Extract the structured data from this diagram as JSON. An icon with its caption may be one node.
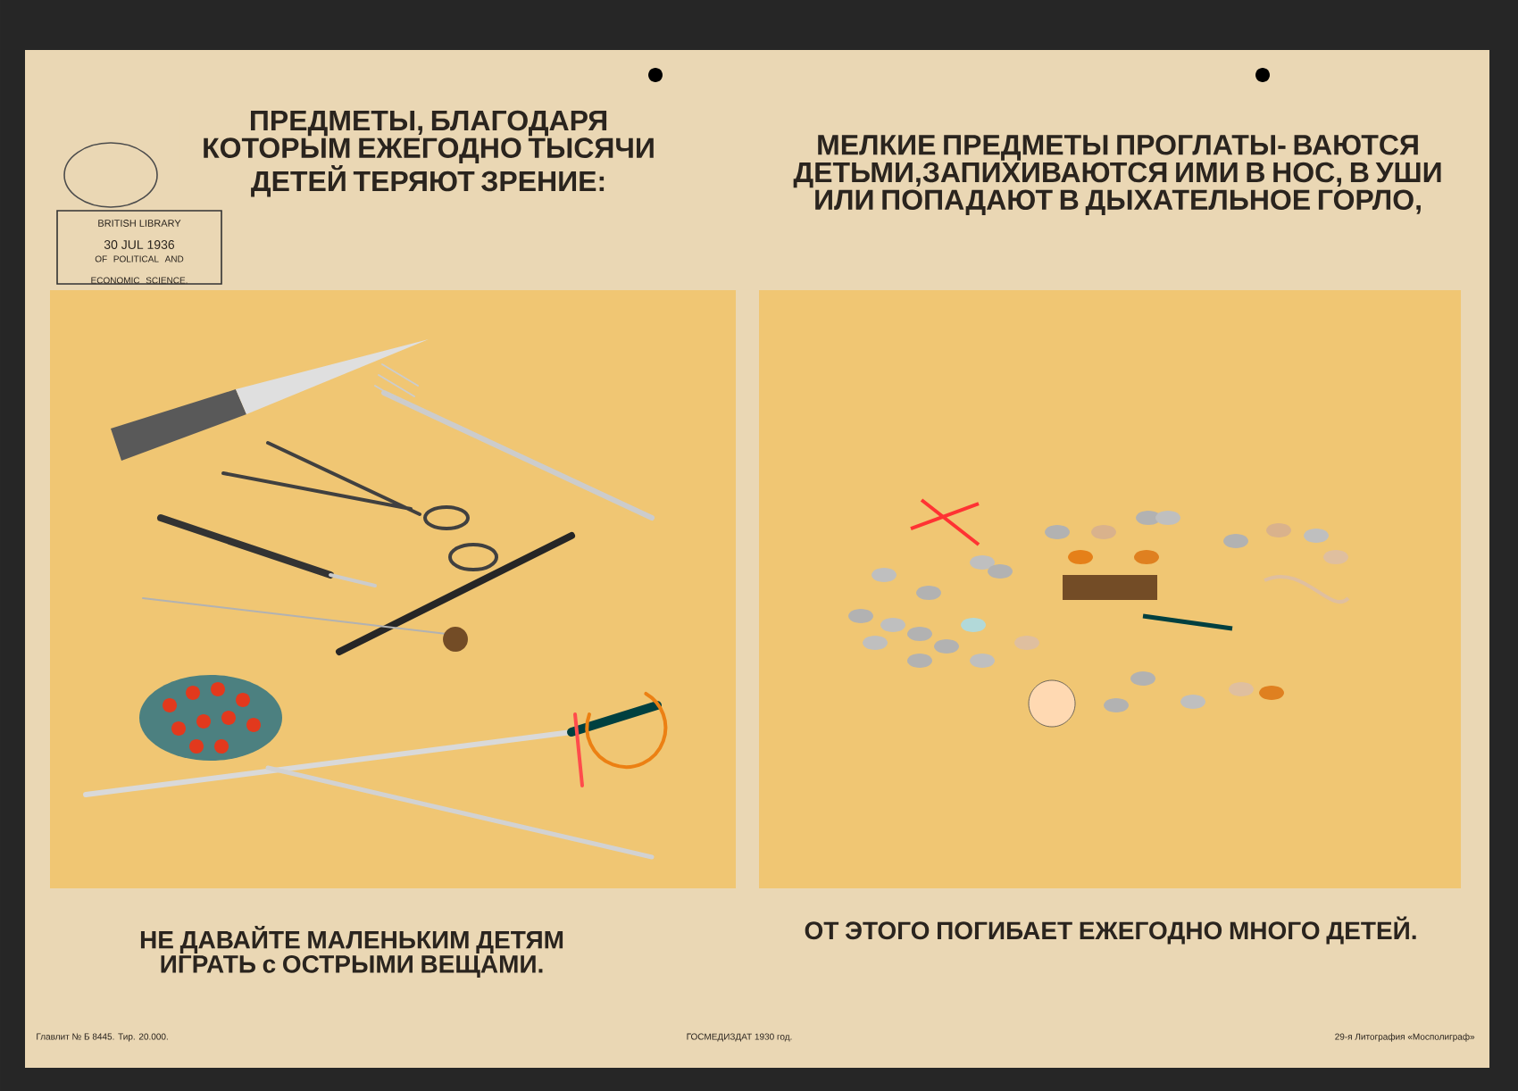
{
  "diagram": {
    "nodes": [
      {
        "text": [],
        "shape": "picture"
      },
      {
        "text": [],
        "shape": "picture"
      }
    ],
    "labels": [
      "ПРЕДМЕТЫ, БЛАГОДАРЯ КОТОРЫМ ЕЖЕГОДНО ТЫСЯЧИ ДЕТЕЙ ТЕРЯЮТ ЗРЕНИЕ:",
      "МЕЛКИЕ ПРЕДМЕТЫ ПРОГЛАТЫ- ВАЮТСЯ ДЕТЬМИ,ЗАПИХИВАЮТСЯ ИМИ В НОС, В УШИ ИЛИ ПОПАДАЮТ В ДЫХАТЕЛЬНОЕ ГОРЛО,",
      "BRITISH LIBRARY",
      "30 JUL 1936",
      "OF POLITICAL AND ECONOMIC SCIENCE.",
      "НЕ ДАВАЙТЕ МАЛЕНЬКИМ ДЕТЯМ ИГРАТЬ с ОСТРЫМИ ВЕЩАМИ.",
      "ОТ ЭТОГО ПОГИБАЕТ ЕЖЕГОДНО МНОГО ДЕТЕЙ.",
      "Главлит № Б 8445. Тир. 20.000.",
      "ГОСМЕДИЗДАТ 1930 год.",
      "29-я Литография «Мосполиграф»"
    ]
  }
}
